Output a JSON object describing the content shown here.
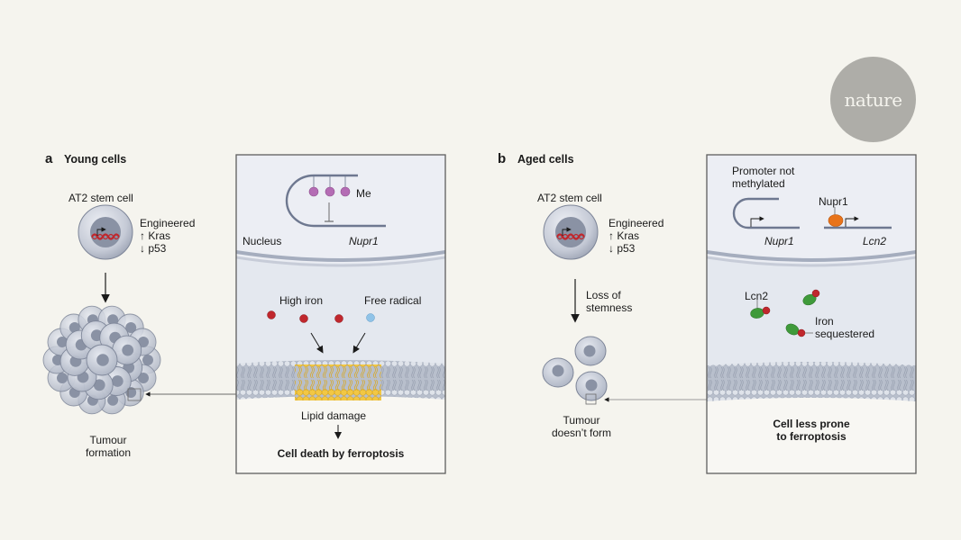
{
  "logo": {
    "text": "nature"
  },
  "panel_a": {
    "letter": "a",
    "title": "Young cells",
    "stem_cell_label": "AT2 stem cell",
    "engineered": [
      "Engineered",
      "↑ Kras",
      "↓ p53"
    ],
    "outcome": [
      "Tumour",
      "formation"
    ],
    "zoom_box": {
      "nucleus_label": "Nucleus",
      "methyl_label": "Me",
      "gene_label": "Nupr1",
      "high_iron_label": "High iron",
      "free_radical_label": "Free radical",
      "lipid_damage_label": "Lipid damage",
      "result_label": "Cell death by ferroptosis"
    }
  },
  "panel_b": {
    "letter": "b",
    "title": "Aged cells",
    "stem_cell_label": "AT2 stem cell",
    "engineered": [
      "Engineered",
      "↑ Kras",
      "↓ p53"
    ],
    "transition_label": [
      "Loss of",
      "stemness"
    ],
    "outcome": [
      "Tumour",
      "doesn’t form"
    ],
    "zoom_box": {
      "promoter_label": [
        "Promoter not",
        "methylated"
      ],
      "protein_label": "Nupr1",
      "gene1_label": "Nupr1",
      "gene2_label": "Lcn2",
      "lcn2_label": "Lcn2",
      "iron_label": [
        "Iron",
        "sequestered"
      ],
      "result_label": [
        "Cell less prone",
        "to ferroptosis"
      ]
    }
  },
  "colors": {
    "background": "#f5f4ee",
    "panel_border": "#6b6b6b",
    "nucleus_fill": "#eceef4",
    "cytoplasm_fill": "#e6e9f0",
    "exterior_fill": "#f8f7f3",
    "iron": "#c0272d",
    "free_radical": "#8fc3e8",
    "methyl": "#b46cb4",
    "lipid_damaged": "#f2c744",
    "lcn2_protein": "#3f9a3a",
    "nupr1_protein": "#e8731a",
    "dna": "#c0272d"
  }
}
